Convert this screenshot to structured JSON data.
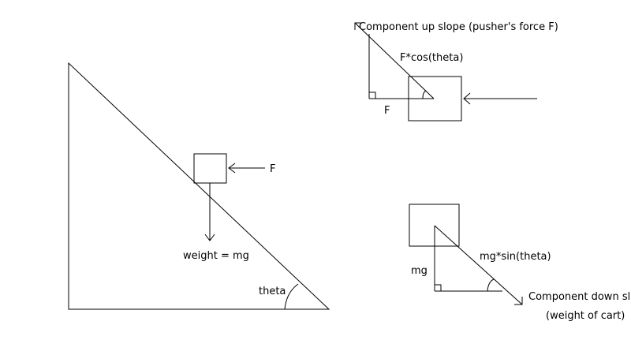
{
  "main_diagram": {
    "force_label": "F",
    "weight_label": "weight = mg",
    "angle_label": "theta"
  },
  "push_component_diagram": {
    "title": "Component up slope  (pusher's force F)",
    "component_label": "F*cos(theta)",
    "force_label": "F"
  },
  "weight_component_diagram": {
    "weight_label": "mg",
    "component_label": "mg*sin(theta)",
    "title_line1": "Component down slope",
    "title_line2": "(weight of cart)"
  }
}
